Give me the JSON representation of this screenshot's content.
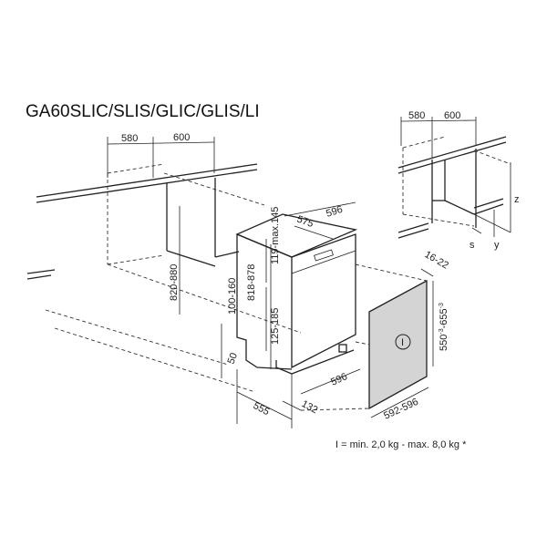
{
  "title": "GA60SLIC/SLIS/GLIC/GLIS/LI",
  "colors": {
    "line": "#222222",
    "panel_fill": "#d4d4d4",
    "background": "#ffffff"
  },
  "main_dimensions": {
    "niche_depth": "580",
    "niche_width": "600",
    "niche_height": "820-880",
    "plinth_height": "100-160",
    "plinth_depth": "50",
    "appliance_height": "818-878",
    "panel_top_gap": "119-max.145",
    "panel_bottom": "125-185",
    "appliance_depth": "555",
    "foot_offset": "132",
    "appliance_width_top": "596",
    "inner_depth": "575",
    "appliance_width_bottom": "596",
    "panel_thickness": "16-22",
    "panel_height": "550",
    "panel_height_tol1": "-3",
    "panel_height_sep": "-655",
    "panel_height_tol2": "-3",
    "panel_width": "592-596",
    "panel_mark": "I"
  },
  "detail_dimensions": {
    "depth": "580",
    "width": "600",
    "z": "z",
    "s": "s",
    "y": "y"
  },
  "note": "I = min. 2,0 kg - max. 8,0 kg *"
}
